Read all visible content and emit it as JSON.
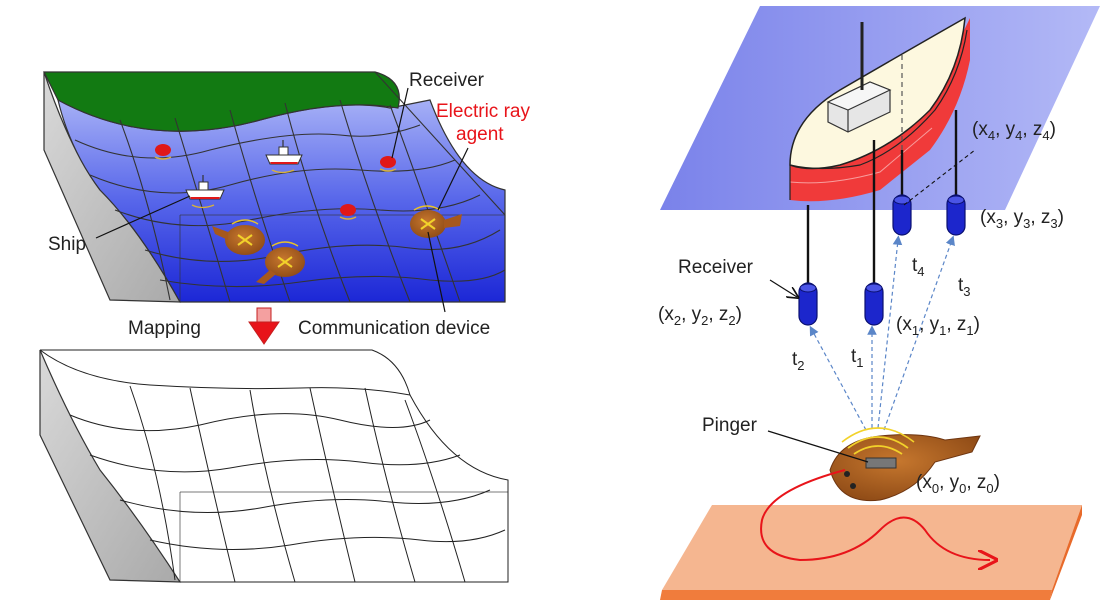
{
  "left_panel": {
    "labels": {
      "receiver": "Receiver",
      "electric_ray_line1": "Electric ray",
      "electric_ray_line2": "agent",
      "ship": "Ship",
      "mapping": "Mapping",
      "communication_device": "Communication device"
    }
  },
  "right_panel": {
    "labels": {
      "receiver": "Receiver",
      "pinger": "Pinger"
    },
    "coords": {
      "p4": {
        "a": "(x",
        "s1": "4",
        "b": ", y",
        "s2": "4",
        "c": ", z",
        "s3": "4",
        "d": ")"
      },
      "p3": {
        "a": "(x",
        "s1": "3",
        "b": ", y",
        "s2": "3",
        "c": ", z",
        "s3": "3",
        "d": ")"
      },
      "p2": {
        "a": "(x",
        "s1": "2",
        "b": ", y",
        "s2": "2",
        "c": ", z",
        "s3": "2",
        "d": ")"
      },
      "p1": {
        "a": "(x",
        "s1": "1",
        "b": ", y",
        "s2": "1",
        "c": ", z",
        "s3": "1",
        "d": ")"
      },
      "p0": {
        "a": "(x",
        "s1": "0",
        "b": ", y",
        "s2": "0",
        "c": ", z",
        "s3": "0",
        "d": ")"
      }
    },
    "times": {
      "t4": {
        "base": "t",
        "sub": "4"
      },
      "t3": {
        "base": "t",
        "sub": "3"
      },
      "t2": {
        "base": "t",
        "sub": "2"
      },
      "t1": {
        "base": "t",
        "sub": "1"
      }
    }
  },
  "colors": {
    "land": "#127a12",
    "water_top": "#8f9cf2",
    "water_bottom": "#1f2ad8",
    "block_side": "#c8c8c8",
    "label_red": "#e8141a",
    "ray_body": "#a6581c",
    "hull_cream": "#fdf8df",
    "hull_red": "#f03a3a",
    "receiver_blue": "#1c26cc",
    "sea_plane": "#6f78e6",
    "seafloor": "#f5b690"
  }
}
